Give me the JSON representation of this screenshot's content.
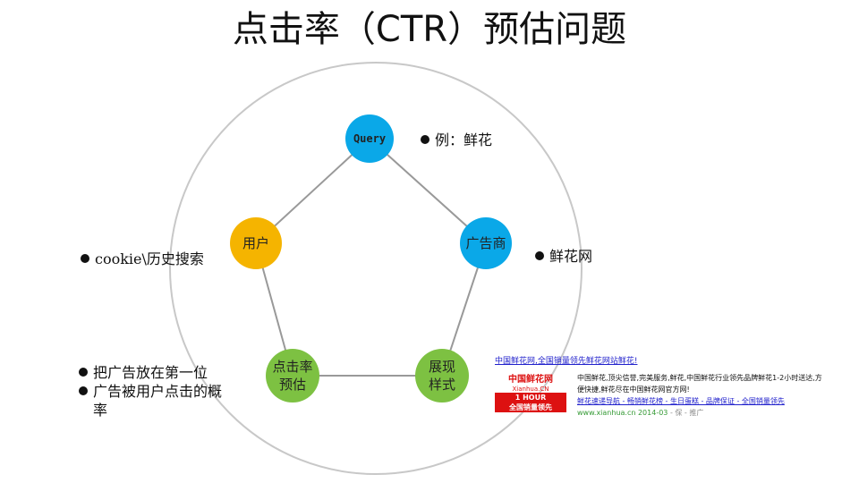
{
  "title": "点击率（CTR）预估问题",
  "nodes": {
    "query": "Query",
    "user": "用户",
    "advertiser": "广告商",
    "ctr_line1": "点击率",
    "ctr_line2": "预估",
    "display_line1": "展现",
    "display_line2": "样式"
  },
  "notes": {
    "query_example": "例：鲜花",
    "advertiser_example": "鲜花网",
    "user_info": "cookie\\历史搜索",
    "ctr_points": [
      "把广告放在第一位",
      "广告被用户点击的概率"
    ]
  },
  "ad": {
    "title": "中国鲜花网,全国销量领先鲜花网站鲜花!",
    "logo_name": "中国鲜花网",
    "logo_sub": "Xianhua.CN",
    "logo_badge1": "1 HOUR",
    "logo_badge2": "全国销量领先",
    "desc": "中国鲜花,顶尖信誉,完美服务,鲜花,中国鲜花行业领先品牌鲜花1-2小时送达,方便快捷,鲜花尽在中国鲜花网官方网!",
    "links": "鲜花速递导航 - 畅销鲜花榜 - 生日蛋糕 - 品牌保证 - 全国销量领先",
    "url": "www.xianhua.cn 2014-03",
    "extra": "- 保 - 推广"
  },
  "colors": {
    "blue": "#0aa8e8",
    "orange": "#f5b400",
    "green": "#7dc142"
  }
}
